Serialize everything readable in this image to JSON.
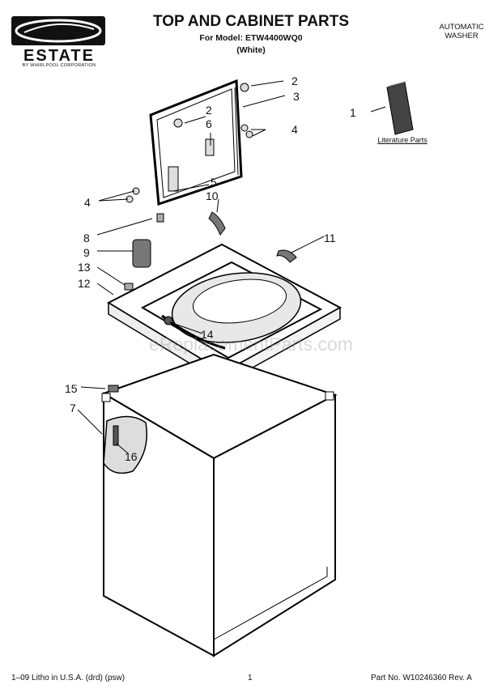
{
  "header": {
    "brand": "ESTATE",
    "brand_sub": "BY WHIRLPOOL CORPORATION",
    "title": "TOP AND CABINET PARTS",
    "model_line": "For Model: ETW4400WQ0",
    "color_line": "(White)",
    "appliance_type_line1": "AUTOMATIC",
    "appliance_type_line2": "WASHER"
  },
  "literature_label": "Literature Parts",
  "watermark": "eReplacementParts.com",
  "callouts": {
    "c1": "1",
    "c2a": "2",
    "c2b": "2",
    "c3": "3",
    "c4a": "4",
    "c4b": "4",
    "c5": "5",
    "c6": "6",
    "c7": "7",
    "c8": "8",
    "c9": "9",
    "c10": "10",
    "c11": "11",
    "c12": "12",
    "c13": "13",
    "c14": "14",
    "c15": "15",
    "c16": "16"
  },
  "footer": {
    "left": "1–09 Litho in U.S.A. (drd) (psw)",
    "center": "1",
    "right": "Part No. W10246360 Rev. A"
  }
}
